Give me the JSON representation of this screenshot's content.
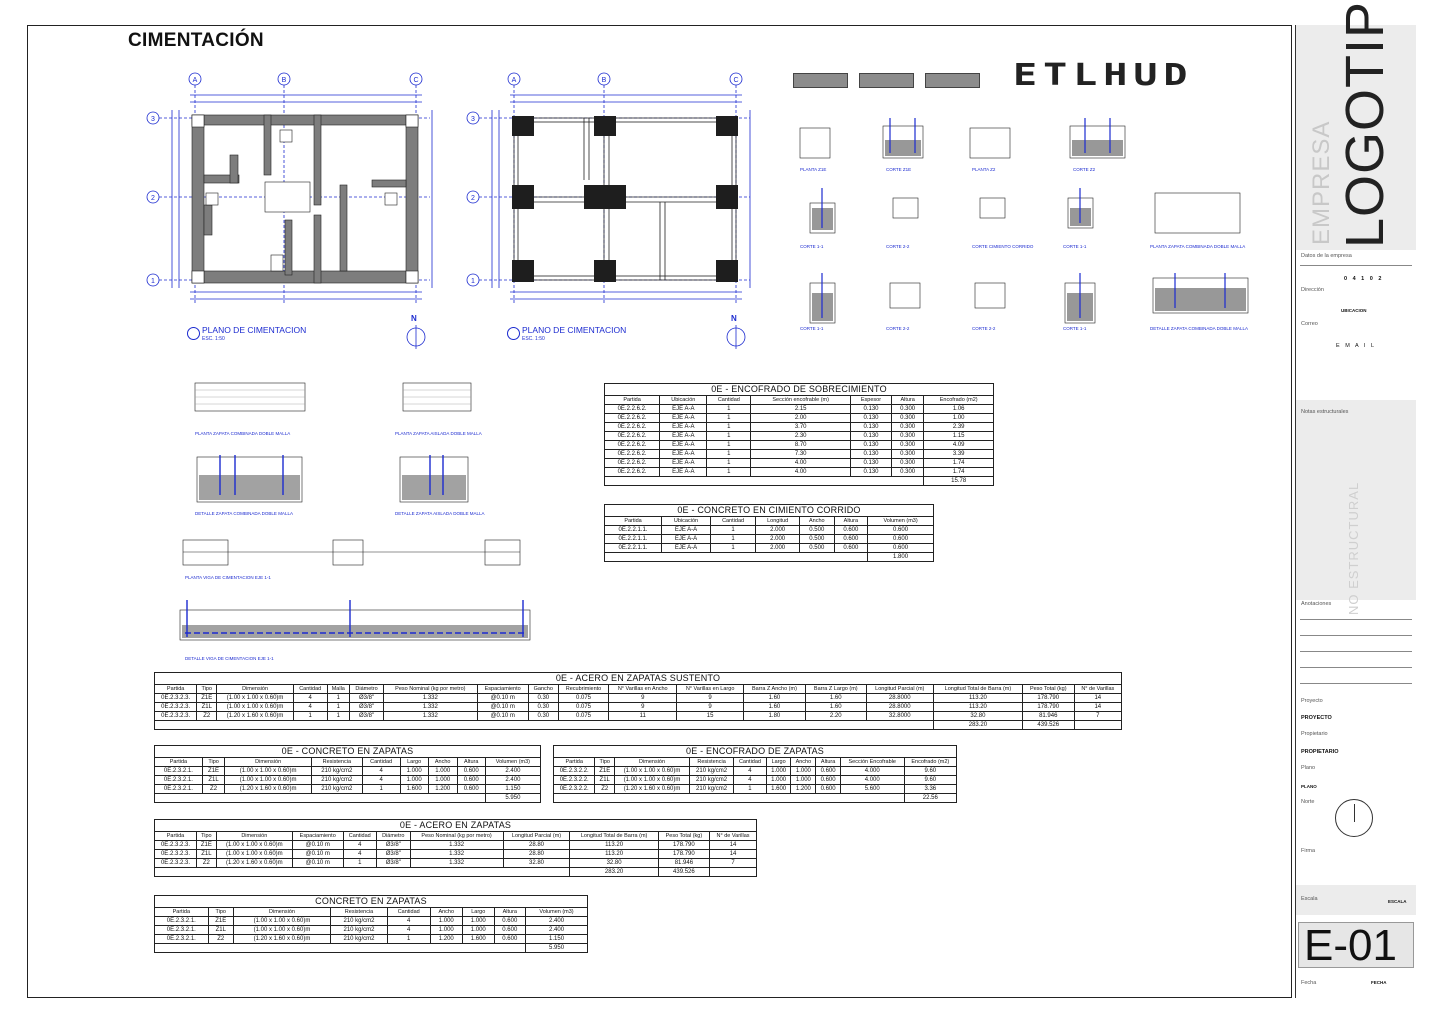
{
  "sheet_title": "CIMENTACIÓN",
  "plans": [
    {
      "caption": "PLANO DE CIMENTACION",
      "scale": "ESC. 1:50",
      "axes_x": [
        "A",
        "B",
        "C"
      ],
      "axes_y": [
        "3",
        "2",
        "1"
      ]
    },
    {
      "caption": "PLANO DE CIMENTACION",
      "scale": "ESC. 1:50",
      "axes_x": [
        "A",
        "B",
        "C"
      ],
      "axes_y": [
        "3",
        "2",
        "1"
      ]
    }
  ],
  "north_label": "N",
  "logo_text": "ETLHUD",
  "detail_captions": {
    "row1": [
      "PLANTA Z1E",
      "CORTE Z1E",
      "PLANTA Z2",
      "CORTE Z2"
    ],
    "row2": [
      "CORTE 1-1",
      "CORTE 2-2",
      "CORTE CIMIENTO CORRIDO",
      "CORTE 1-1",
      "PLANTA ZAPATA COMBINADA DOBLE MALLA"
    ],
    "row3": [
      "CORTE 1-1",
      "CORTE 2-2",
      "CORTE 2-2",
      "CORTE 1-1",
      "DETALLE ZAPATA COMBINADA DOBLE MALLA"
    ],
    "left": [
      "PLANTA ZAPATA COMBINADA DOBLE MALLA",
      "PLANTA ZAPATA AISLADA DOBLE MALLA",
      "DETALLE ZAPATA COMBINADA DOBLE MALLA",
      "DETALLE ZAPATA AISLADA DOBLE MALLA",
      "PLANTA VIGA DE CIMENTACION EJE 1-1",
      "DETALLE VIGA DE CIMENTACION EJE 1-1"
    ]
  },
  "t_encofrado_sobrecimiento": {
    "title": "0E - ENCOFRADO DE SOBRECIMIENTO",
    "headers": [
      "Partida",
      "Ubicación",
      "Cantidad",
      "Sección encofrable (m)",
      "Espesor",
      "Altura",
      "Encofrado (m2)"
    ],
    "rows": [
      [
        "0E.2.2.6.2.",
        "EJE A-A",
        "1",
        "2.15",
        "0.130",
        "0.300",
        "1.06"
      ],
      [
        "0E.2.2.6.2.",
        "EJE A-A",
        "1",
        "2.00",
        "0.130",
        "0.300",
        "1.00"
      ],
      [
        "0E.2.2.6.2.",
        "EJE A-A",
        "1",
        "3.70",
        "0.130",
        "0.300",
        "2.39"
      ],
      [
        "0E.2.2.6.2.",
        "EJE A-A",
        "1",
        "2.30",
        "0.130",
        "0.300",
        "1.15"
      ],
      [
        "0E.2.2.6.2.",
        "EJE A-A",
        "1",
        "8.70",
        "0.130",
        "0.300",
        "4.09"
      ],
      [
        "0E.2.2.6.2.",
        "EJE A-A",
        "1",
        "7.30",
        "0.130",
        "0.300",
        "3.39"
      ],
      [
        "0E.2.2.6.2.",
        "EJE A-A",
        "1",
        "4.00",
        "0.130",
        "0.300",
        "1.74"
      ],
      [
        "0E.2.2.6.2.",
        "EJE A-A",
        "1",
        "4.00",
        "0.130",
        "0.300",
        "1.74"
      ]
    ],
    "total": "15.78"
  },
  "t_concreto_cimiento": {
    "title": "0E - CONCRETO EN CIMIENTO CORRIDO",
    "headers": [
      "Partida",
      "Ubicación",
      "Cantidad",
      "Longitud",
      "Ancho",
      "Altura",
      "Volumen (m3)"
    ],
    "rows": [
      [
        "0E.2.2.1.1.",
        "EJE A-A",
        "1",
        "2.000",
        "0.500",
        "0.600",
        "0.600"
      ],
      [
        "0E.2.2.1.1.",
        "EJE A-A",
        "1",
        "2.000",
        "0.500",
        "0.600",
        "0.600"
      ],
      [
        "0E.2.2.1.1.",
        "EJE A-A",
        "1",
        "2.000",
        "0.500",
        "0.600",
        "0.600"
      ]
    ],
    "total": "1.800"
  },
  "t_acero_sustento": {
    "title": "0E - ACERO EN ZAPATAS SUSTENTO",
    "headers": [
      "Partida",
      "Tipo",
      "Dimensión",
      "Cantidad",
      "Malla",
      "Diámetro",
      "Peso Nominal (kg por metro)",
      "Espaciamiento",
      "Gancho",
      "Recubrimiento",
      "N° Varillas en Ancho",
      "N° Varillas en Largo",
      "Barra Z Ancho (m)",
      "Barra Z Largo (m)",
      "Longitud Parcial (m)",
      "Longitud Total de Barra (m)",
      "Peso Total (kg)",
      "N° de Varillas"
    ],
    "rows": [
      [
        "0E.2.3.2.3.",
        "Z1E",
        "(1.00 x 1.00 x 0.60)m",
        "4",
        "1",
        "Ø3/8\"",
        "1.332",
        "@0.10 m",
        "0.30",
        "0.075",
        "9",
        "9",
        "1.60",
        "1.60",
        "28.8000",
        "113.20",
        "178.790",
        "14"
      ],
      [
        "0E.2.3.2.3.",
        "Z1L",
        "(1.00 x 1.00 x 0.60)m",
        "4",
        "1",
        "Ø3/8\"",
        "1.332",
        "@0.10 m",
        "0.30",
        "0.075",
        "9",
        "9",
        "1.60",
        "1.60",
        "28.8000",
        "113.20",
        "178.790",
        "14"
      ],
      [
        "0E.2.3.2.3.",
        "Z2",
        "(1.20 x 1.60 x 0.60)m",
        "1",
        "1",
        "Ø3/8\"",
        "1.332",
        "@0.10 m",
        "0.30",
        "0.075",
        "11",
        "15",
        "1.80",
        "2.20",
        "32.8000",
        "32.80",
        "81.946",
        "7"
      ]
    ],
    "total_length": "283.20",
    "total_weight": "439.526"
  },
  "t_concreto_zapatas": {
    "title": "0E - CONCRETO EN ZAPATAS",
    "headers": [
      "Partida",
      "Tipo",
      "Dimensión",
      "Resistencia",
      "Cantidad",
      "Largo",
      "Ancho",
      "Altura",
      "Volumen (m3)"
    ],
    "rows": [
      [
        "0E.2.3.2.1.",
        "Z1E",
        "(1.00 x 1.00 x 0.60)m",
        "210 kg/cm2",
        "4",
        "1.000",
        "1.000",
        "0.600",
        "2.400"
      ],
      [
        "0E.2.3.2.1.",
        "Z1L",
        "(1.00 x 1.00 x 0.60)m",
        "210 kg/cm2",
        "4",
        "1.000",
        "1.000",
        "0.600",
        "2.400"
      ],
      [
        "0E.2.3.2.1.",
        "Z2",
        "(1.20 x 1.60 x 0.60)m",
        "210 kg/cm2",
        "1",
        "1.600",
        "1.200",
        "0.600",
        "1.150"
      ]
    ],
    "total": "5.950"
  },
  "t_encofrado_zapatas": {
    "title": "0E - ENCOFRADO DE ZAPATAS",
    "headers": [
      "Partida",
      "Tipo",
      "Dimensión",
      "Resistencia",
      "Cantidad",
      "Largo",
      "Ancho",
      "Altura",
      "Sección Encofrable",
      "Encofrado (m2)"
    ],
    "rows": [
      [
        "0E.2.3.2.2.",
        "Z1E",
        "(1.00 x 1.00 x 0.60)m",
        "210 kg/cm2",
        "4",
        "1.000",
        "1.000",
        "0.600",
        "4.000",
        "9.60"
      ],
      [
        "0E.2.3.2.2.",
        "Z1L",
        "(1.00 x 1.00 x 0.60)m",
        "210 kg/cm2",
        "4",
        "1.000",
        "1.000",
        "0.600",
        "4.000",
        "9.60"
      ],
      [
        "0E.2.3.2.2.",
        "Z2",
        "(1.20 x 1.60 x 0.60)m",
        "210 kg/cm2",
        "1",
        "1.600",
        "1.200",
        "0.600",
        "5.600",
        "3.36"
      ]
    ],
    "total": "22.56"
  },
  "t_acero_zapatas": {
    "title": "0E - ACERO EN ZAPATAS",
    "headers": [
      "Partida",
      "Tipo",
      "Dimensión",
      "Espaciamiento",
      "Cantidad",
      "Diámetro",
      "Peso Nominal (kg por metro)",
      "Longitud Parcial (m)",
      "Longitud Total de Barra (m)",
      "Peso Total (kg)",
      "N° de Varillas"
    ],
    "rows": [
      [
        "0E.2.3.2.3.",
        "Z1E",
        "(1.00 x 1.00 x 0.60)m",
        "@0.10 m",
        "4",
        "Ø3/8\"",
        "1.332",
        "28.80",
        "113.20",
        "178.790",
        "14"
      ],
      [
        "0E.2.3.2.3.",
        "Z1L",
        "(1.00 x 1.00 x 0.60)m",
        "@0.10 m",
        "4",
        "Ø3/8\"",
        "1.332",
        "28.80",
        "113.20",
        "178.790",
        "14"
      ],
      [
        "0E.2.3.2.3.",
        "Z2",
        "(1.20 x 1.60 x 0.60)m",
        "@0.10 m",
        "1",
        "Ø3/8\"",
        "1.332",
        "32.80",
        "32.80",
        "81.946",
        "7"
      ]
    ],
    "total_length": "283.20",
    "total_weight": "439.526"
  },
  "t_concreto_zapatas_2": {
    "title": "CONCRETO EN ZAPATAS",
    "headers": [
      "Partida",
      "Tipo",
      "Dimensión",
      "Resistencia",
      "Cantidad",
      "Ancho",
      "Largo",
      "Altura",
      "Volumen (m3)"
    ],
    "rows": [
      [
        "0E.2.3.2.1.",
        "Z1E",
        "(1.00 x 1.00 x 0.60)m",
        "210 kg/cm2",
        "4",
        "1.000",
        "1.000",
        "0.600",
        "2.400"
      ],
      [
        "0E.2.3.2.1.",
        "Z1L",
        "(1.00 x 1.00 x 0.60)m",
        "210 kg/cm2",
        "4",
        "1.000",
        "1.000",
        "0.600",
        "2.400"
      ],
      [
        "0E.2.3.2.1.",
        "Z2",
        "(1.20 x 1.60 x 0.60)m",
        "210 kg/cm2",
        "1",
        "1.200",
        "1.600",
        "0.600",
        "1.150"
      ]
    ],
    "total": "5.950"
  },
  "title_block": {
    "empresa": "EMPRESA",
    "logotipo": "LOGOTIPO",
    "datos_label": "Datos de la empresa",
    "ruc": "0 4 1 0 2",
    "direccion_label": "Dirección",
    "direccion_value": "UBICACION",
    "correo_label": "Correo",
    "email": "E M A I L",
    "notas_label": "Notas estructurales",
    "no_estructural": "NO ESTRUCTURAL",
    "anotaciones_label": "Anotaciones",
    "proyecto_label": "Proyecto",
    "proyecto_value": "PROYECTO",
    "propietario_label": "Propietario",
    "propietario_value": "PROPIETARIO",
    "plano_label": "Plano",
    "plano_value": "PLANO",
    "norte_label": "Norte",
    "firma_label": "Firma",
    "escala_label": "Escala",
    "escala_value": "ESCALA",
    "sheet_code": "E-01",
    "fecha_label": "Fecha",
    "fecha_value": "FECHA"
  }
}
